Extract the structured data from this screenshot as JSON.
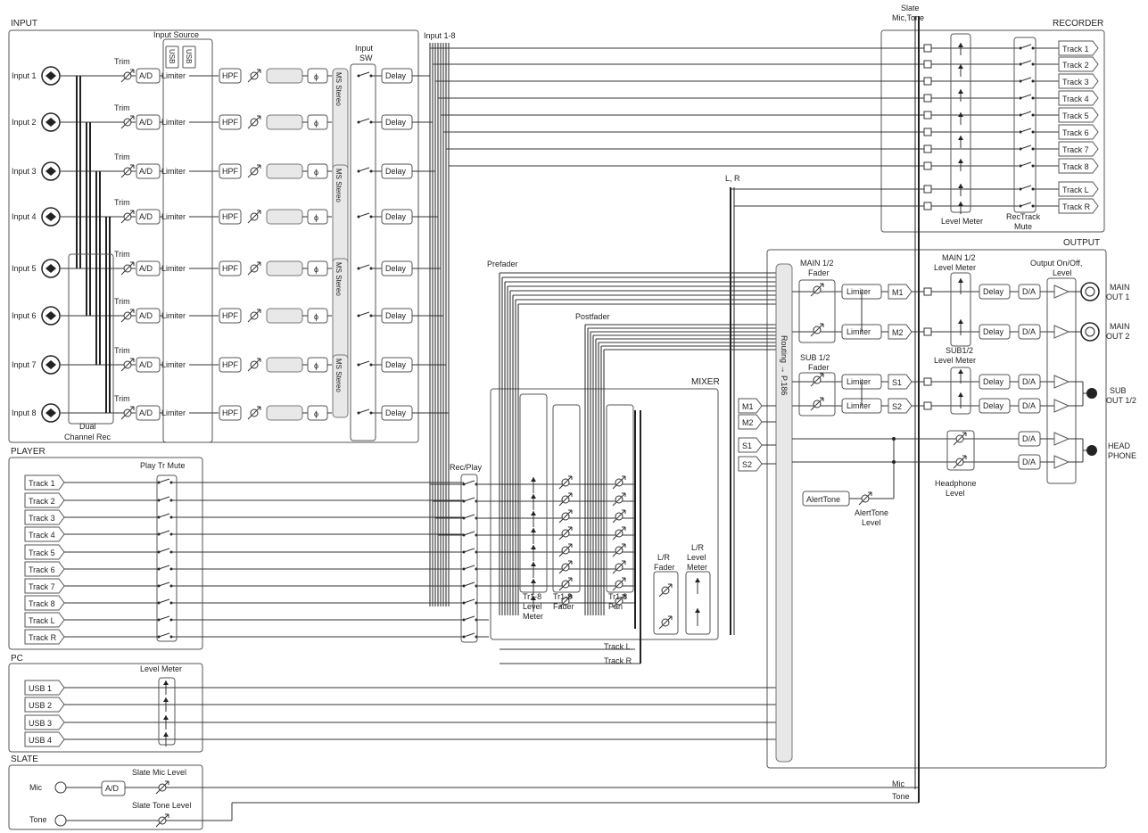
{
  "sections": {
    "input": "INPUT",
    "player": "PLAYER",
    "pc": "PC",
    "slate": "SLATE",
    "recorder": "RECORDER",
    "output": "OUTPUT",
    "mixer": "MIXER"
  },
  "input": {
    "channels": [
      "Input 1",
      "Input 2",
      "Input 3",
      "Input 4",
      "Input 5",
      "Input 6",
      "Input 7",
      "Input 8"
    ],
    "trim": "Trim",
    "ad": "A/D",
    "limiter": "Limiter",
    "hpf": "HPF",
    "phase": "ϕ",
    "delay": "Delay",
    "input_source": "Input Source",
    "usb_labels": [
      "USB",
      "USB"
    ],
    "input_sw": [
      "Input",
      "SW"
    ],
    "ms_stereo": "MS Stereo",
    "dual_channel_rec": [
      "Dual",
      "Channel Rec"
    ]
  },
  "bus_label": "Input 1-8",
  "player": {
    "tracks": [
      "Track 1",
      "Track 2",
      "Track 3",
      "Track 4",
      "Track 5",
      "Track 6",
      "Track 7",
      "Track 8",
      "Track L",
      "Track R"
    ],
    "play_tr_mute": "Play Tr Mute"
  },
  "pc": {
    "usb": [
      "USB 1",
      "USB 2",
      "USB 3",
      "USB 4"
    ],
    "level_meter": "Level Meter"
  },
  "slate": {
    "mic": "Mic",
    "tone": "Tone",
    "ad": "A/D",
    "mic_level": "Slate Mic Level",
    "tone_level": "Slate Tone Level",
    "mic_out": "Mic",
    "tone_out": "Tone",
    "top_label": [
      "Slate",
      "Mic,Tone"
    ]
  },
  "recorder": {
    "tracks": [
      "Track 1",
      "Track 2",
      "Track 3",
      "Track 4",
      "Track 5",
      "Track 6",
      "Track 7",
      "Track 8",
      "Track L",
      "Track R"
    ],
    "level_meter": "Level Meter",
    "rec_track_mute": [
      "RecTrack",
      "Mute"
    ]
  },
  "mixer": {
    "rec_play": "Rec/Play",
    "prefader": "Prefader",
    "postfader": "Postfader",
    "level_meter": [
      "Tr1-8",
      "Level",
      "Meter"
    ],
    "fader": [
      "Tr1-8",
      "Fader"
    ],
    "pan": [
      "Tr1-8",
      "Pan"
    ],
    "lr_fader": [
      "L/R",
      "Fader"
    ],
    "lr_meter": [
      "L/R",
      "Level",
      "Meter"
    ],
    "track_l": "Track L",
    "track_r": "Track R",
    "lr": "L, R"
  },
  "output": {
    "routing": "Routing → P.186",
    "main_fader": [
      "MAIN 1/2",
      "Fader"
    ],
    "main_meter": [
      "MAIN 1/2",
      "Level Meter"
    ],
    "sub_fader": [
      "SUB 1/2",
      "Fader"
    ],
    "sub_meter": [
      "SUB1/2",
      "Level Meter"
    ],
    "limiter": "Limiter",
    "delay": "Delay",
    "da": "D/A",
    "buses": [
      "M1",
      "M2",
      "S1",
      "S2"
    ],
    "onoff": [
      "Output On/Off,",
      "Level"
    ],
    "main1": [
      "MAIN",
      "OUT 1"
    ],
    "main2": [
      "MAIN",
      "OUT 2"
    ],
    "sub": [
      "SUB",
      "OUT 1/2"
    ],
    "head": [
      "HEAD",
      "PHONE"
    ],
    "headphone_level": [
      "Headphone",
      "Level"
    ],
    "alert_tone": "AlertTone",
    "alert_tone_level": [
      "AlertTone",
      "Level"
    ]
  }
}
